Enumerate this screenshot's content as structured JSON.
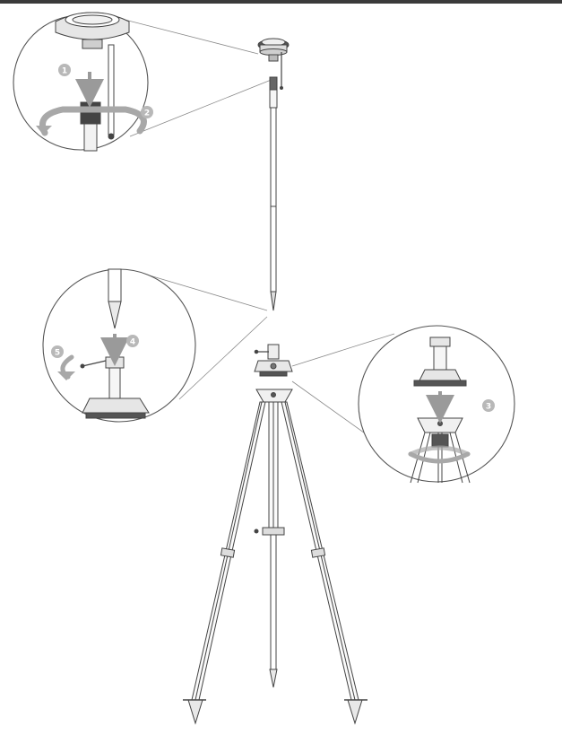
{
  "steps": [
    {
      "number": "1"
    },
    {
      "number": "2"
    },
    {
      "number": "3"
    },
    {
      "number": "4"
    },
    {
      "number": "5"
    }
  ],
  "colors": {
    "line": "#444444",
    "light_line": "#8a8a8a",
    "badge": "#b8b8b8",
    "arrow": "#9a9a9a",
    "top_bar": "#3a3a3a"
  }
}
